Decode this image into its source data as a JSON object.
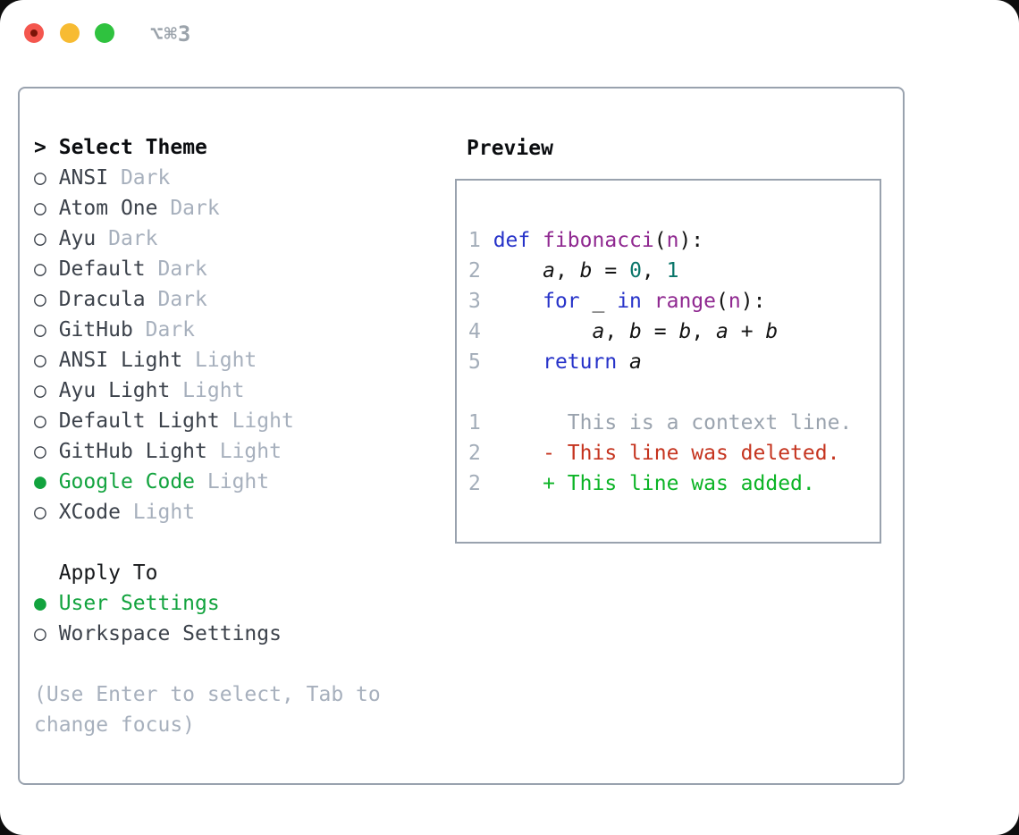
{
  "colors": {
    "accent-green": "#12a33e",
    "theme-name": "#3c424b",
    "muted": "#a7b0bd",
    "keyword": "#2733c9",
    "function": "#8f2890",
    "number": "#0a766a",
    "plain": "#141414",
    "context": "#9aa3ae",
    "deleted": "#c5341f",
    "added": "#0cb426",
    "line-number": "#a3adb9",
    "border": "#99a2ae",
    "title": "#9ba3ab",
    "traffic-red": "#f4564e",
    "traffic-yellow": "#f7bb32",
    "traffic-green": "#2fc23f"
  },
  "window": {
    "title": "⌥⌘3"
  },
  "panel": {
    "markers": {
      "selected": "●",
      "unselected": "○"
    },
    "select_theme": {
      "prompt": ">",
      "title": "Select Theme",
      "items": [
        {
          "name": "ANSI",
          "variant": "Dark",
          "selected": false
        },
        {
          "name": "Atom One",
          "variant": "Dark",
          "selected": false
        },
        {
          "name": "Ayu",
          "variant": "Dark",
          "selected": false
        },
        {
          "name": "Default",
          "variant": "Dark",
          "selected": false
        },
        {
          "name": "Dracula",
          "variant": "Dark",
          "selected": false
        },
        {
          "name": "GitHub",
          "variant": "Dark",
          "selected": false
        },
        {
          "name": "ANSI Light",
          "variant": "Light",
          "selected": false
        },
        {
          "name": "Ayu Light",
          "variant": "Light",
          "selected": false
        },
        {
          "name": "Default Light",
          "variant": "Light",
          "selected": false
        },
        {
          "name": "GitHub Light",
          "variant": "Light",
          "selected": false
        },
        {
          "name": "Google Code",
          "variant": "Light",
          "selected": true
        },
        {
          "name": "XCode",
          "variant": "Light",
          "selected": false
        }
      ]
    },
    "apply_to": {
      "title": "Apply To",
      "options": [
        {
          "label": "User Settings",
          "selected": true
        },
        {
          "label": "Workspace Settings",
          "selected": false
        }
      ]
    },
    "help_text": "(Use Enter to select, Tab to change focus)"
  },
  "preview": {
    "title": "Preview",
    "code_lines": [
      {
        "num": "1",
        "kind": "code",
        "tokens": [
          [
            "kw",
            "def"
          ],
          [
            "pln",
            " "
          ],
          [
            "fn",
            "fibonacci"
          ],
          [
            "pln",
            "("
          ],
          [
            "fn",
            "n"
          ],
          [
            "pln",
            "):"
          ]
        ]
      },
      {
        "num": "2",
        "kind": "code",
        "tokens": [
          [
            "pln",
            "    "
          ],
          [
            "var",
            "a"
          ],
          [
            "pln",
            ", "
          ],
          [
            "var",
            "b"
          ],
          [
            "pln",
            " = "
          ],
          [
            "num",
            "0"
          ],
          [
            "pln",
            ", "
          ],
          [
            "num",
            "1"
          ]
        ]
      },
      {
        "num": "3",
        "kind": "code",
        "tokens": [
          [
            "pln",
            "    "
          ],
          [
            "kw",
            "for"
          ],
          [
            "pln",
            " _ "
          ],
          [
            "kw",
            "in"
          ],
          [
            "pln",
            " "
          ],
          [
            "fn",
            "range"
          ],
          [
            "pln",
            "("
          ],
          [
            "fn",
            "n"
          ],
          [
            "pln",
            "):"
          ]
        ]
      },
      {
        "num": "4",
        "kind": "code",
        "tokens": [
          [
            "pln",
            "        "
          ],
          [
            "var",
            "a"
          ],
          [
            "pln",
            ", "
          ],
          [
            "var",
            "b"
          ],
          [
            "pln",
            " = "
          ],
          [
            "var",
            "b"
          ],
          [
            "pln",
            ", "
          ],
          [
            "var",
            "a"
          ],
          [
            "pln",
            " + "
          ],
          [
            "var",
            "b"
          ]
        ]
      },
      {
        "num": "5",
        "kind": "code",
        "tokens": [
          [
            "pln",
            "    "
          ],
          [
            "kw",
            "return"
          ],
          [
            "pln",
            " "
          ],
          [
            "var",
            "a"
          ]
        ]
      },
      {
        "num": "",
        "kind": "blank",
        "tokens": []
      },
      {
        "num": "1",
        "kind": "context",
        "tokens": [
          [
            "ctx",
            "      This is a context line."
          ]
        ]
      },
      {
        "num": "2",
        "kind": "deleted",
        "tokens": [
          [
            "del",
            "    - This line was deleted."
          ]
        ]
      },
      {
        "num": "2",
        "kind": "added",
        "tokens": [
          [
            "add",
            "    + This line was added."
          ]
        ]
      }
    ]
  }
}
